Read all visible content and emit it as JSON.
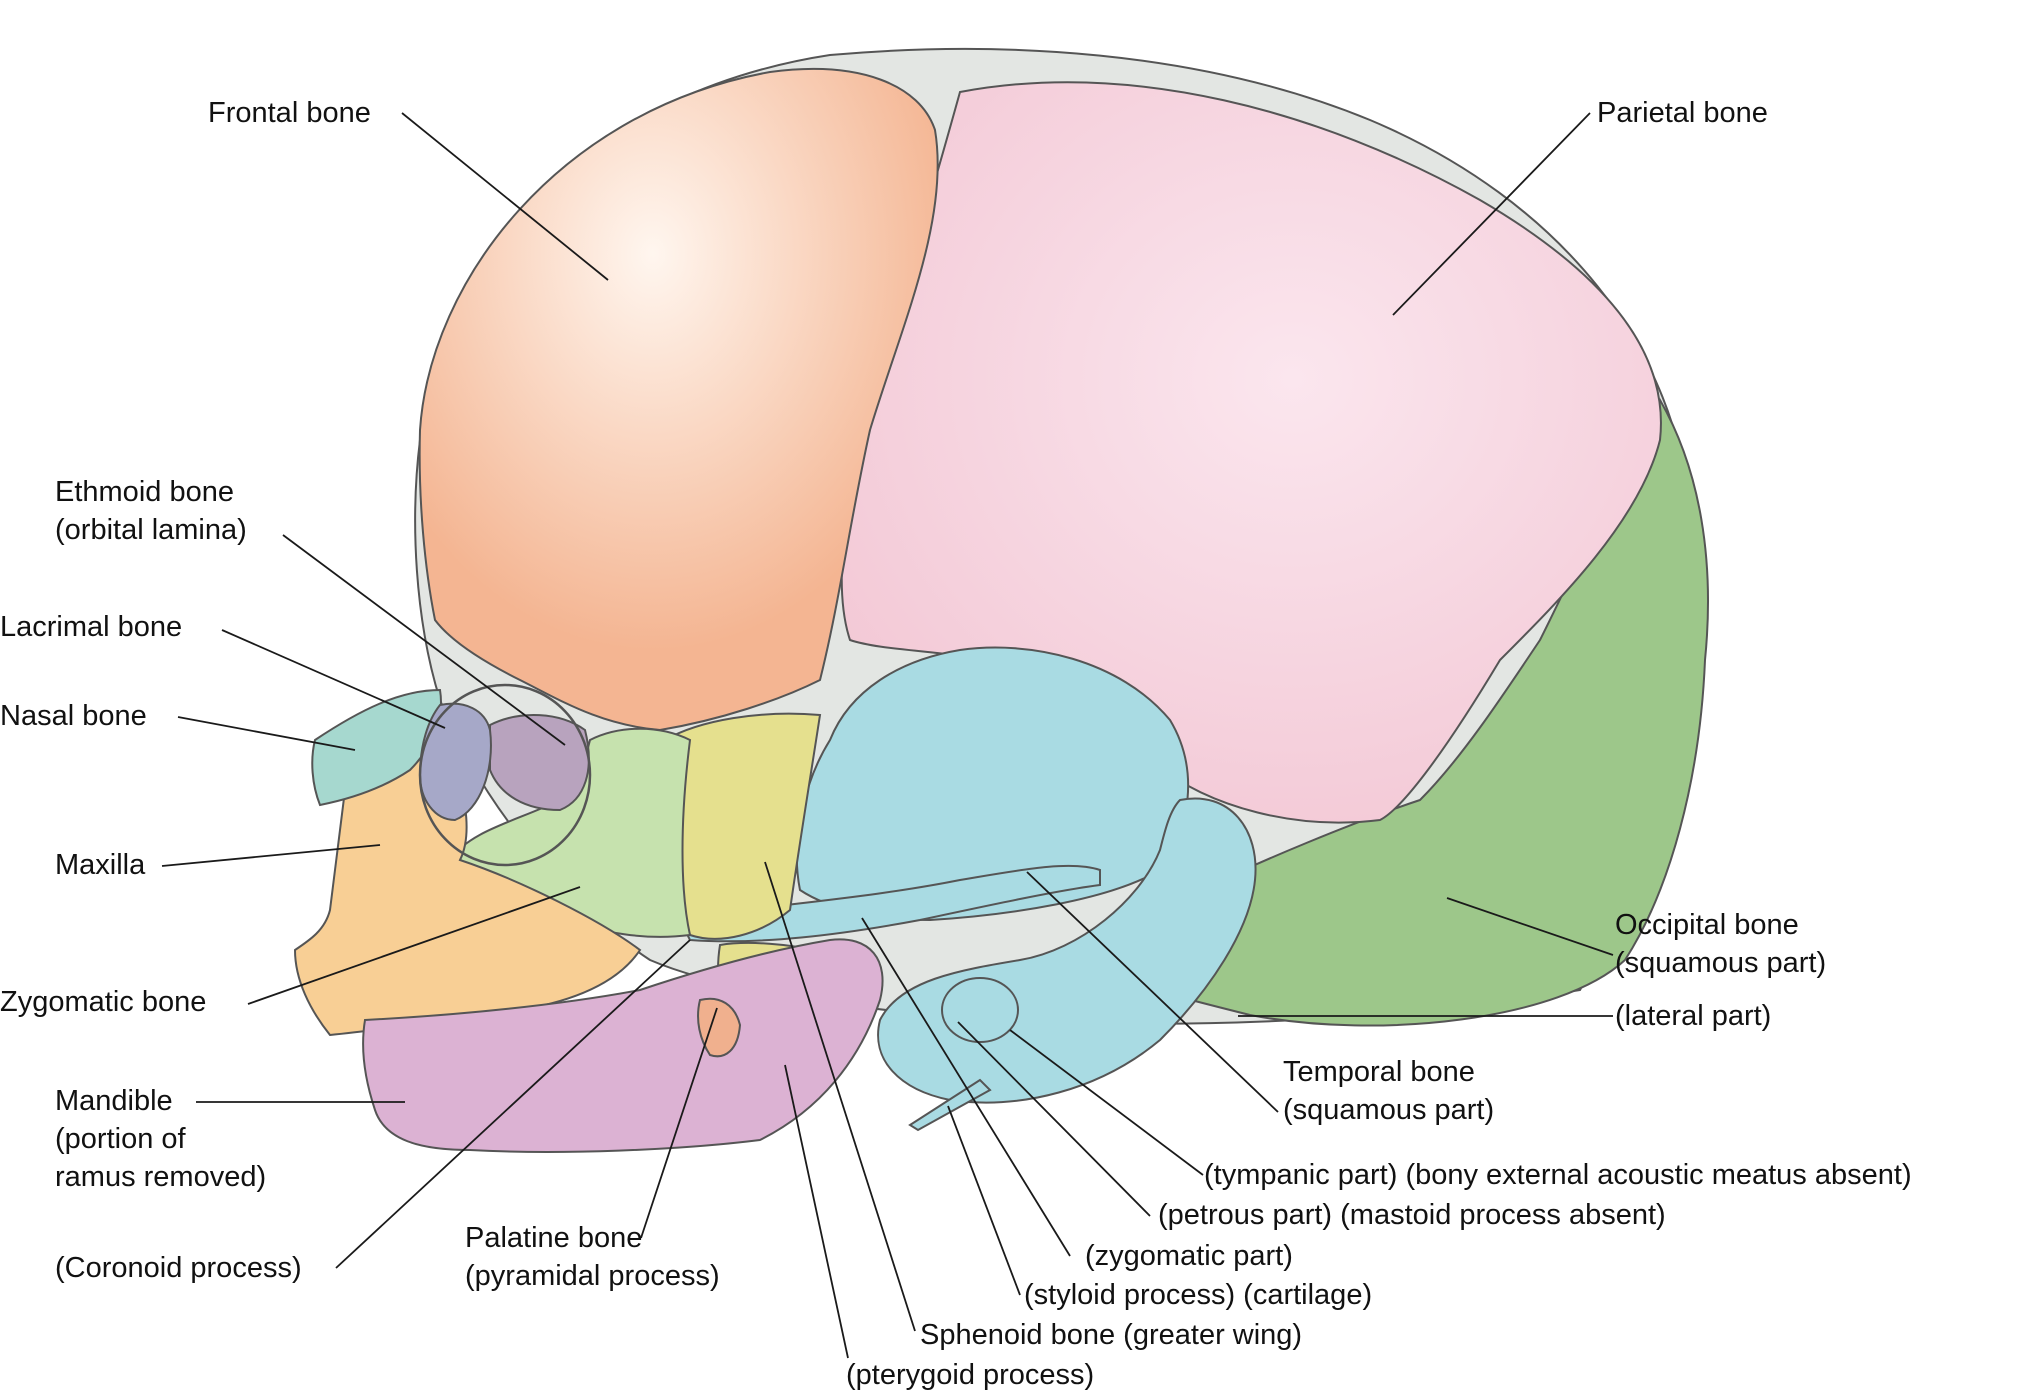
{
  "title": "Lateral view of the neonatal skull",
  "colors": {
    "frontal": "#f4b592",
    "parietal": "#f3c9d6",
    "occipital": "#9dc78a",
    "temporal": "#a9dbe3",
    "sphenoid": "#e5e08e",
    "zygomatic": "#c6e2ae",
    "maxilla": "#f8cf95",
    "mandible": "#dcb2d3",
    "nasal": "#a6d8cf",
    "ethmoid": "#b8a3be",
    "lacrimal": "#a6a8c8",
    "fontanelle": "#e3e6e3",
    "leader": "#1a1a1a"
  },
  "labels": {
    "frontal": "Frontal bone",
    "parietal": "Parietal bone",
    "ethmoid": [
      "Ethmoid bone",
      "(orbital lamina)"
    ],
    "lacrimal": "Lacrimal bone",
    "nasal": "Nasal bone",
    "maxilla": "Maxilla",
    "zygomatic": "Zygomatic bone",
    "mandible": [
      "Mandible",
      "(portion of",
      "ramus removed)"
    ],
    "coronoid": "(Coronoid process)",
    "palatine": [
      "Palatine bone",
      "(pyramidal process)"
    ],
    "pterygoid": "(pterygoid process)",
    "sphenoid": "Sphenoid bone (greater wing)",
    "styloid": "(styloid process) (cartilage)",
    "zygomatic_part": "(zygomatic part)",
    "petrous": "(petrous part) (mastoid process absent)",
    "tympanic": "(tympanic part) (bony external acoustic meatus absent)",
    "temporal": [
      "Temporal bone",
      "(squamous part)"
    ],
    "lateral_part": "(lateral part)",
    "occipital": [
      "Occipital bone",
      "(squamous part)"
    ]
  }
}
